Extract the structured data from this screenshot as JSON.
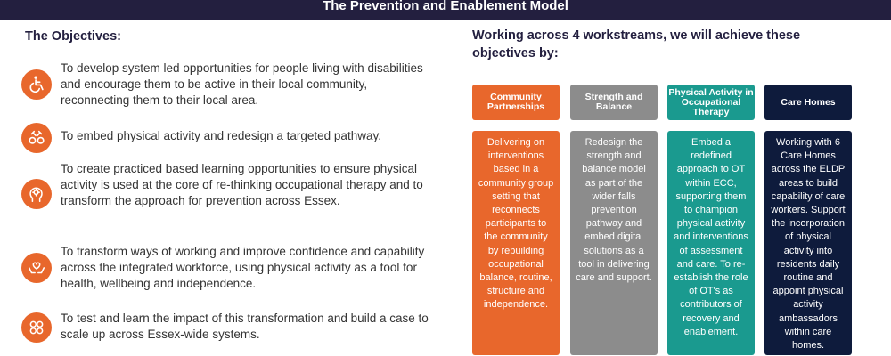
{
  "header": {
    "title": "The Prevention and Enablement Model"
  },
  "objectives": {
    "heading": "The Objectives:",
    "items": [
      {
        "icon": "wheelchair-icon",
        "text": "To develop system led opportunities for people living with disabilities and encourage them to be active in their local community, reconnecting them to their local area."
      },
      {
        "icon": "dumbbells-icon",
        "text": "To embed physical activity and redesign a targeted pathway."
      },
      {
        "icon": "head-gears-icon",
        "text": "To create practiced based learning opportunities to ensure physical activity is used at the core of re-thinking occupational therapy and to transform the approach for prevention across Essex."
      },
      {
        "icon": "hands-heart-icon",
        "text": "To transform ways of working and improve confidence and capability across the integrated workforce, using physical activity as a tool for health, wellbeing and independence."
      },
      {
        "icon": "cogs-icon",
        "text": "To test and learn the impact of this transformation and build a case to scale up across Essex-wide systems."
      }
    ]
  },
  "workstreams": {
    "heading": "Working across 4 workstreams, we will achieve these objectives by:",
    "columns": [
      {
        "title": "Community Partnerships",
        "color": "#e8672c",
        "body": "Delivering on interventions based in a community group setting that reconnects participants to the community by rebuilding occupational balance, routine, structure and independence."
      },
      {
        "title": "Strength and Balance",
        "color": "#8c8c8c",
        "body": "Redesign the strength and balance model as part of the wider falls prevention pathway and embed digital solutions as a tool in delivering care and support."
      },
      {
        "title": "Physical Activity in Occupational Therapy",
        "color": "#1a9a8f",
        "body": "Embed a redefined approach to OT within ECC, supporting them to champion physical activity and interventions of assessment and care. To re-establish the role of OT's as contributors of recovery and enablement."
      },
      {
        "title": "Care Homes",
        "color": "#0e1b3c",
        "body": "Working with 6 Care Homes across the ELDP areas to build capability of care workers. Support the incorporation of physical activity into residents daily routine and appoint physical activity ambassadors within care homes."
      }
    ]
  }
}
